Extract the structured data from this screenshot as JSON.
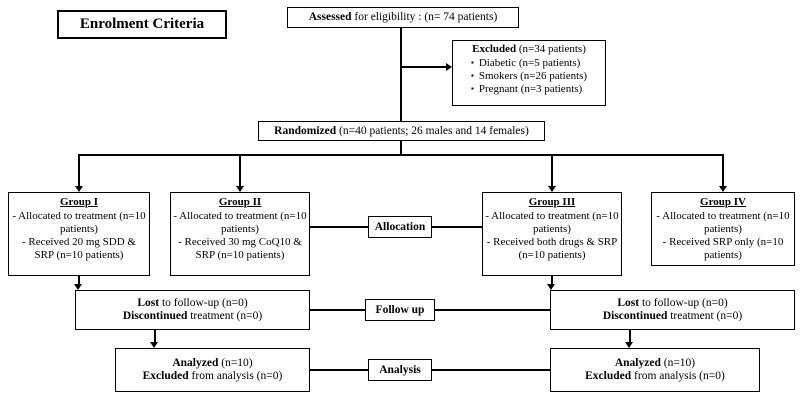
{
  "enrolment_title": "Enrolment Criteria",
  "assessed": {
    "lead": "Assessed",
    "rest": " for eligibility : (n= 74 patients)"
  },
  "excluded": {
    "lead": "Excluded",
    "rest": " (n=34 patients)",
    "bullet": "▪",
    "items": [
      "Diabetic (n=5 patients)",
      "Smokers (n=26 patients)",
      "Pregnant (n=3 patients)"
    ]
  },
  "randomized": {
    "lead": "Randomized",
    "rest": " (n=40 patients; 26 males and 14 females)"
  },
  "stage_labels": {
    "allocation": "Allocation",
    "follow_up": "Follow up",
    "analysis": "Analysis"
  },
  "groups": [
    {
      "title": "Group I",
      "line1": "- Allocated to treatment (n=10 patients)",
      "line2": "- Received 20 mg SDD & SRP (n=10 patients)"
    },
    {
      "title": "Group II",
      "line1": "- Allocated to treatment (n=10 patients)",
      "line2": "- Received 30 mg CoQ10 & SRP (n=10 patients)"
    },
    {
      "title": "Group III",
      "line1": "- Allocated to treatment (n=10 patients)",
      "line2": "- Received both drugs & SRP (n=10 patients)"
    },
    {
      "title": "Group IV",
      "line1": "- Allocated to treatment (n=10 patients)",
      "line2": "- Received SRP only (n=10 patients)"
    }
  ],
  "follow_up_left": {
    "l1_lead": "Lost",
    "l1_rest": " to follow-up (n=0)",
    "l2_lead": "Discontinued",
    "l2_rest": " treatment (n=0)"
  },
  "follow_up_right": {
    "l1_lead": "Lost",
    "l1_rest": " to follow-up (n=0)",
    "l2_lead": "Discontinued",
    "l2_rest": " treatment (n=0)"
  },
  "analysis_left": {
    "l1_lead": "Analyzed",
    "l1_rest": " (n=10)",
    "l2_lead": "Excluded",
    "l2_rest": " from analysis (n=0)"
  },
  "analysis_right": {
    "l1_lead": "Analyzed",
    "l1_rest": " (n=10)",
    "l2_lead": "Excluded",
    "l2_rest": " from analysis (n=0)"
  }
}
